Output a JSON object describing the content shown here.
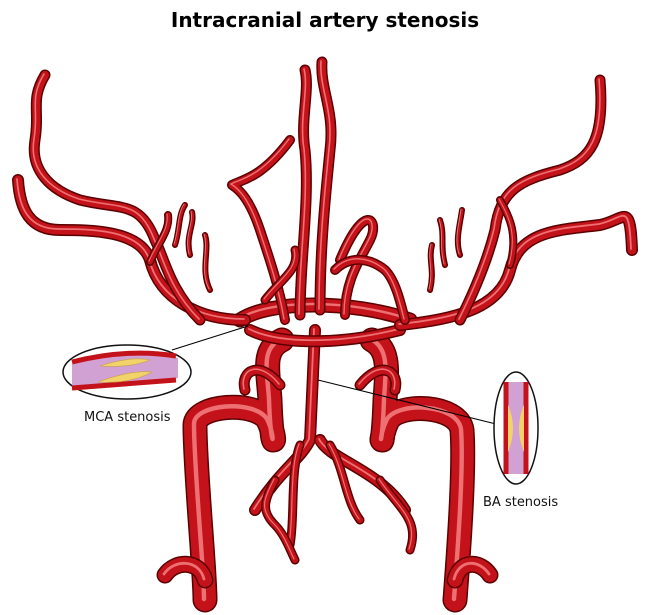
{
  "title": "Intracranial artery stenosis",
  "labels": {
    "mca": "MCA stenosis",
    "ba": "BA stenosis"
  },
  "colors": {
    "artery": "#c4121a",
    "artery_outline": "#5a0000",
    "plaque": "#f1d36a",
    "lumen": "#c58ac8"
  }
}
